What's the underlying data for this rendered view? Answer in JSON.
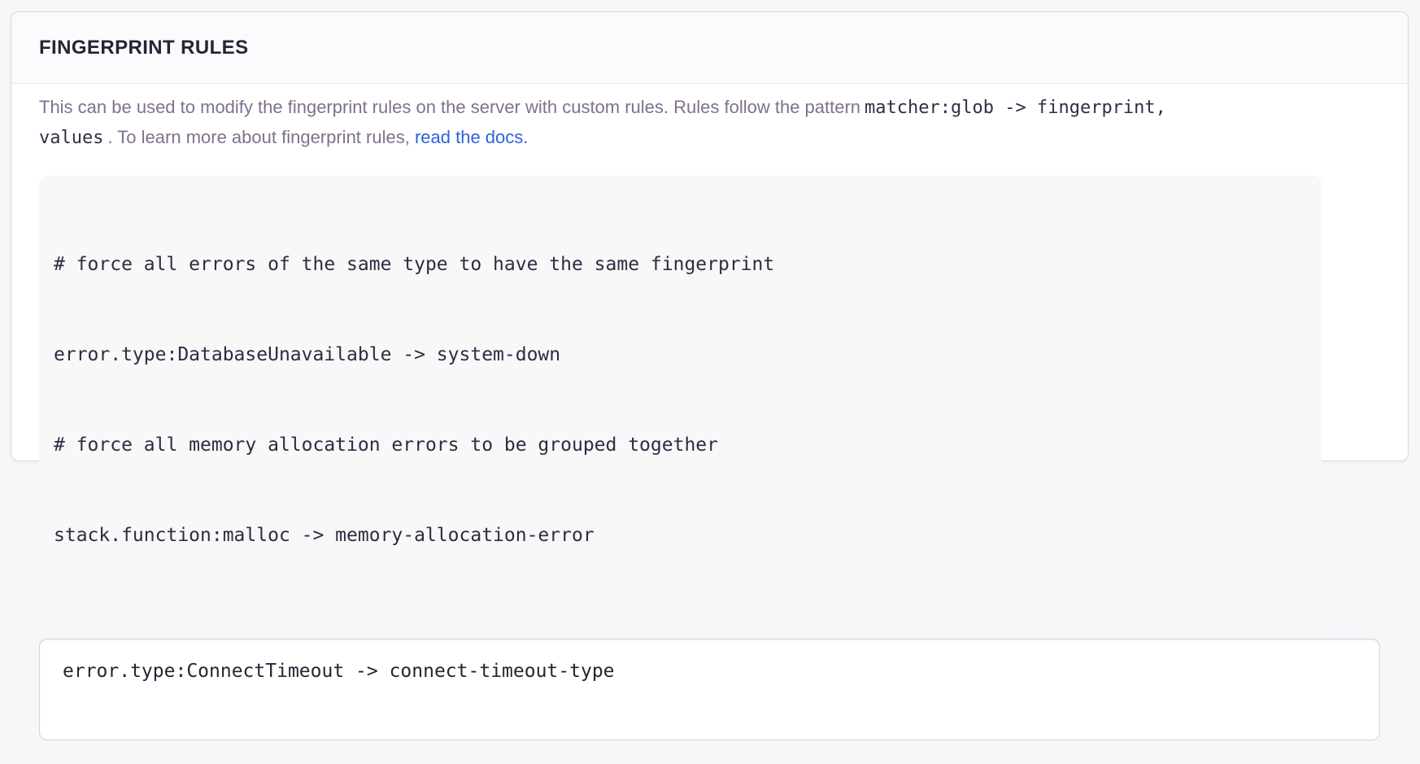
{
  "panel": {
    "title": "FINGERPRINT RULES",
    "description": {
      "text_before_code": "This can be used to modify the fingerprint rules on the server with custom rules. Rules follow the pattern",
      "pattern_code_line1": "matcher:glob -> fingerprint,",
      "pattern_code_line2": "values",
      "text_after_code": ". To learn more about fingerprint rules, ",
      "link_text": "read the docs",
      "text_suffix": "."
    },
    "example_block": {
      "lines": [
        "# force all errors of the same type to have the same fingerprint",
        "error.type:DatabaseUnavailable -> system-down",
        "# force all memory allocation errors to be grouped together",
        "stack.function:malloc -> memory-allocation-error"
      ]
    },
    "rules_input": {
      "value": "error.type:ConnectTimeout -> connect-timeout-type"
    }
  },
  "colors": {
    "link": "#2f62d9",
    "heading_text": "#2b2233",
    "description_text": "#80708f",
    "panel_border": "#dbd7e1",
    "example_background": "#f8f8f9",
    "page_background": "#f7f7f9"
  }
}
